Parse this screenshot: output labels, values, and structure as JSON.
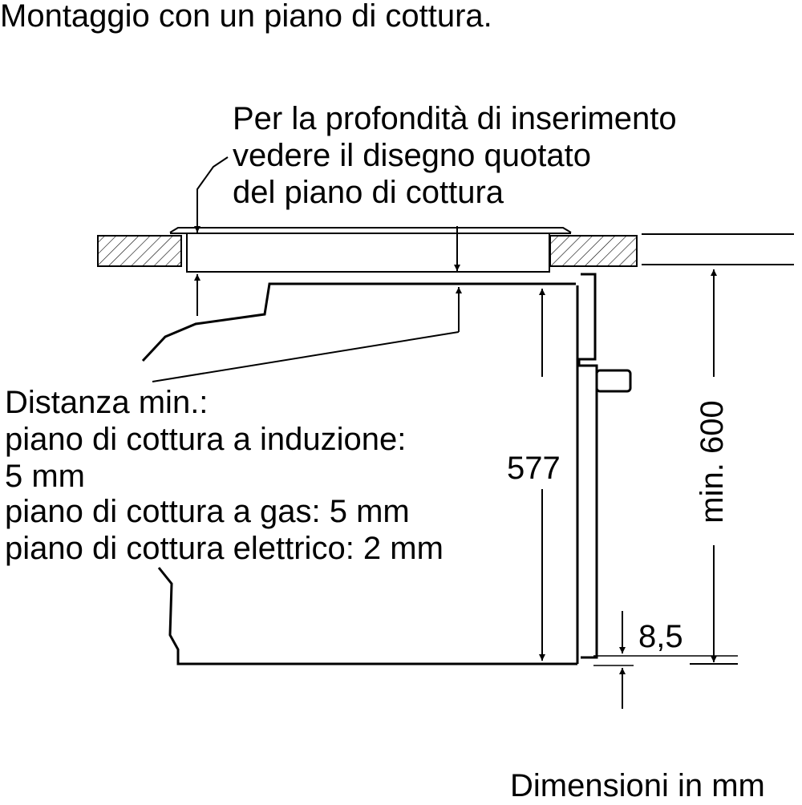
{
  "title": "Montaggio con un piano di cottura.",
  "depth_note": [
    "Per la profondità di inserimento",
    "vedere il disegno quotato",
    "del piano di cottura"
  ],
  "distance_note": [
    "Distanza min.:",
    "piano di cottura a induzione:",
    "5 mm",
    "piano di cottura a gas: 5 mm",
    "piano di cottura elettrico: 2 mm"
  ],
  "dimensions": {
    "oven_height": "577",
    "cabinet_min_height": "min. 600",
    "bottom_offset": "8,5"
  },
  "footer": "Dimensioni in mm"
}
